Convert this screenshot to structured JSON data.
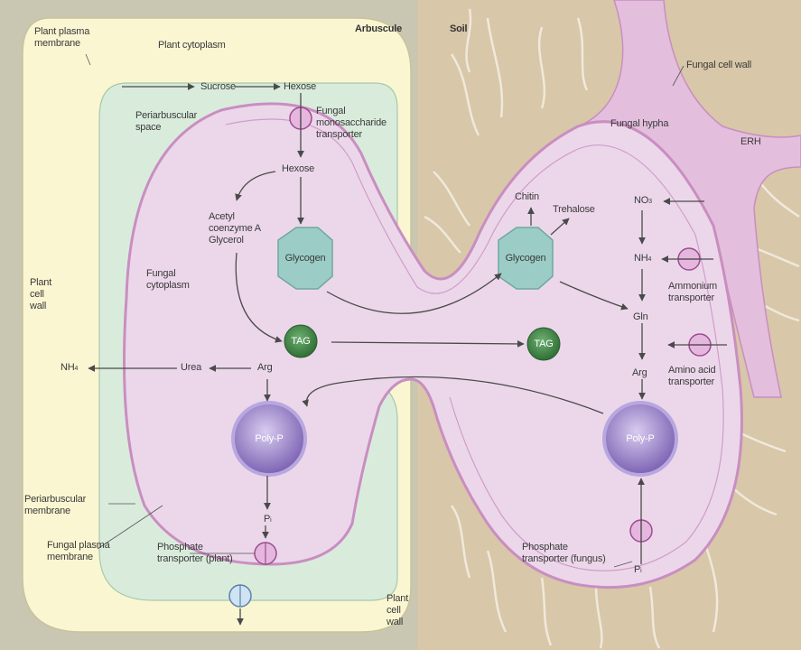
{
  "headers": {
    "arbuscule": "Arbuscule",
    "soil": "Soil"
  },
  "labels": {
    "plant_plasma_membrane": "Plant plasma\nmembrane",
    "plant_cytoplasm": "Plant cytoplasm",
    "sucrose": "Sucrose",
    "hexose_top": "Hexose",
    "periarbuscular_space": "Periarbuscular\nspace",
    "fungal_monosaccharide_transporter": "Fungal\nmonosaccharide\ntransporter",
    "hexose_mid": "Hexose",
    "acetyl_coenzyme": "Acetyl\ncoenzyme A\nGlycerol",
    "glycogen_left": "Glycogen",
    "fungal_cytoplasm": "Fungal\ncytoplasm",
    "plant_cell_wall_left": "Plant\ncell\nwall",
    "tag_left": "TAG",
    "tag_right": "TAG",
    "nh4_left": "NH",
    "nh4_left_sub": "4",
    "urea": "Urea",
    "arg_left": "Arg",
    "polyp_left": "Poly-P",
    "pi_left": "P",
    "pi_left_sub": "i",
    "periarbuscular_membrane": "Periarbuscular\nmembrane",
    "fungal_plasma_membrane": "Fungal plasma\nmembrane",
    "phosphate_transporter_plant": "Phosphate\ntransporter (plant)",
    "plant_cell_wall_bottom": "Plant\ncell\nwall",
    "fungal_cell_wall": "Fungal cell wall",
    "fungal_hypha": "Fungal hypha",
    "erh": "ERH",
    "chitin": "Chitin",
    "trehalose": "Trehalose",
    "no3": "NO",
    "no3_sub": "3",
    "nh4_right": "NH",
    "nh4_right_sub": "4",
    "glycogen_right": "Glycogen",
    "ammonium_transporter": "Ammonium\ntransporter",
    "gln": "Gln",
    "amino_acid_transporter": "Amino acid\ntransporter",
    "arg_right": "Arg",
    "polyp_right": "Poly-P",
    "phosphate_transporter_fungus": "Phosphate\ntransporter (fungus)",
    "pi_right": "P",
    "pi_right_sub": "i"
  },
  "colors": {
    "soil": "#d8c7a8",
    "plant_wall": "#c9c6b2",
    "plant_cytoplasm": "#fbf6d2",
    "periarbuscular_space": "#d9ecdc",
    "fungus": "#ecd7ea",
    "fungus_border": "#c98ec1",
    "glycogen": "#9bcdc6",
    "tag": "#3f8b45",
    "polyp": "#9c7fc9"
  }
}
